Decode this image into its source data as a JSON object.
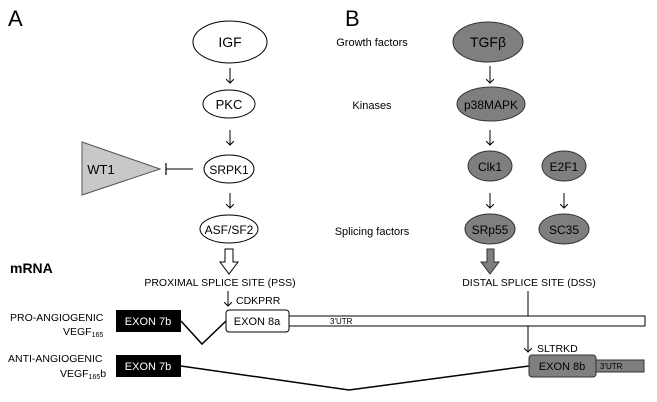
{
  "panels": {
    "a_label": "A",
    "b_label": "B"
  },
  "row_labels": {
    "growth_factors": "Growth factors",
    "kinases": "Kinases",
    "splicing_factors": "Splicing factors"
  },
  "pathway_a": {
    "igf": "IGF",
    "pkc": "PKC",
    "srpk1": "SRPK1",
    "asf_sf2": "ASF/SF2",
    "wt1": "WT1"
  },
  "pathway_b": {
    "tgfb": "TGFβ",
    "p38mapk": "p38MAPK",
    "clk1": "Clk1",
    "e2f1": "E2F1",
    "srp55": "SRp55",
    "sc35": "SC35"
  },
  "mrna": {
    "title": "mRNA",
    "pss": "PROXIMAL SPLICE SITE (PSS)",
    "dss": "DISTAL SPLICE SITE (DSS)",
    "cdkprr": "CDKPRR",
    "sltrkd": "SLTRKD"
  },
  "isoforms": {
    "pro_line1": "PRO-ANGIOGENIC",
    "pro_line2": "VEGF",
    "pro_sub": "165",
    "anti_line1": "ANTI-ANGIOGENIC",
    "anti_line2": "VEGF",
    "anti_sub": "165",
    "anti_suffix": "b"
  },
  "exons": {
    "exon7b_top": "EXON 7b",
    "exon8a": "EXON 8a",
    "utr_top": "3'UTR",
    "exon7b_bottom": "EXON 7b",
    "exon8b": "EXON 8b",
    "utr_bottom": "3'UTR"
  },
  "colors": {
    "grey_node": "#7f7f7f",
    "light_grey": "#c8c8c8",
    "black_exon": "#000000"
  }
}
